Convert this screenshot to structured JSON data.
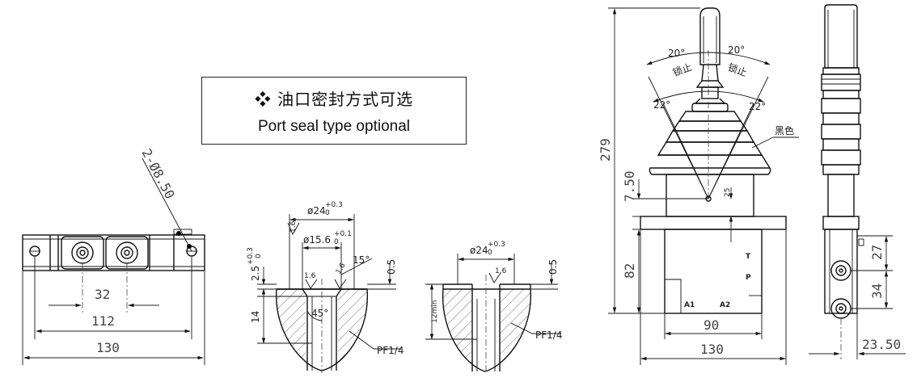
{
  "callout": {
    "line_cn": "❖  油口密封方式可选",
    "line_en": "Port seal type optional"
  },
  "front_view": {
    "holes_label": "2-Ø8.50",
    "dim_32": "32",
    "dim_112": "112",
    "dim_130": "130"
  },
  "port_detail_1": {
    "dia_24": "ø24",
    "dia_24_tol_up": "+0.3",
    "dia_24_tol_low": "0",
    "dia_156": "ø15.6",
    "dia_156_tol_up": "+0.1",
    "dia_156_tol_low": "0",
    "depth_25": "2.5",
    "depth_25_tol_up": "+0.3",
    "depth_25_tol_low": "0",
    "angle_15": "15°",
    "dim_05": "0.5",
    "dim_14": "14",
    "angle_45": "45°",
    "rough_16a": "1.6",
    "rough_16b": "1.6",
    "rough_16c": "1.6",
    "thread": "PF1/4"
  },
  "port_detail_2": {
    "dia_24": "ø24",
    "dia_24_tol_up": "+0.3",
    "dia_24_tol_low": "0",
    "dim_05": "0.5",
    "dim_12min": "12min",
    "rough_16": "1.6",
    "thread": "PF1/4"
  },
  "side_view": {
    "angle_20_left": "20°",
    "angle_20_right": "20°",
    "stop_left": "锁止",
    "stop_right": "锁止",
    "angle_22_left": "22°",
    "angle_22_right": "22°",
    "boot_label": "黑色",
    "dim_279": "279",
    "dim_750": "7.50",
    "dim_25": "25",
    "dim_82": "82",
    "port_t": "T",
    "port_p": "P",
    "port_a1": "A1",
    "port_a2": "A2",
    "dim_90": "90",
    "dim_130": "130"
  },
  "end_view": {
    "dim_27": "27",
    "dim_34": "34",
    "dim_2350": "23.50"
  }
}
